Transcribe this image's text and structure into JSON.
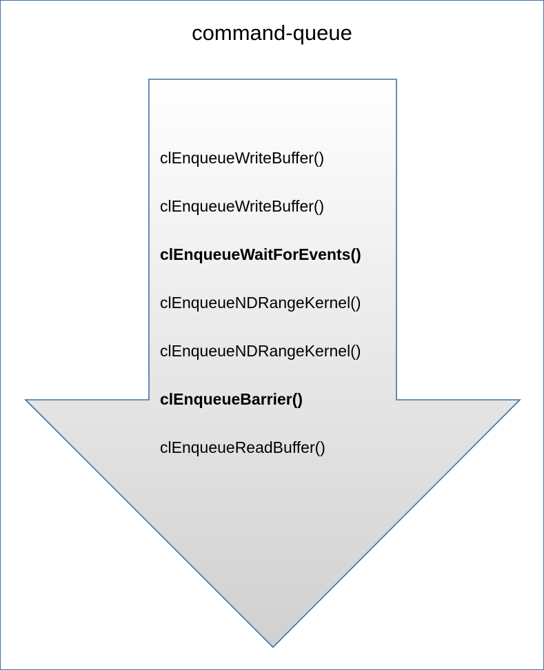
{
  "title": "command-queue",
  "commands": [
    {
      "label": "clEnqueueWriteBuffer()",
      "bold": false
    },
    {
      "label": "clEnqueueWriteBuffer()",
      "bold": false
    },
    {
      "label": "clEnqueueWaitForEvents()",
      "bold": true
    },
    {
      "label": "clEnqueueNDRangeKernel()",
      "bold": false
    },
    {
      "label": "clEnqueueNDRangeKernel()",
      "bold": false
    },
    {
      "label": "clEnqueueBarrier()",
      "bold": true
    },
    {
      "label": "clEnqueueReadBuffer()",
      "bold": false
    }
  ],
  "colors": {
    "border": "#41719c",
    "gradient_top": "#ffffff",
    "gradient_bottom": "#d0d0d0"
  }
}
